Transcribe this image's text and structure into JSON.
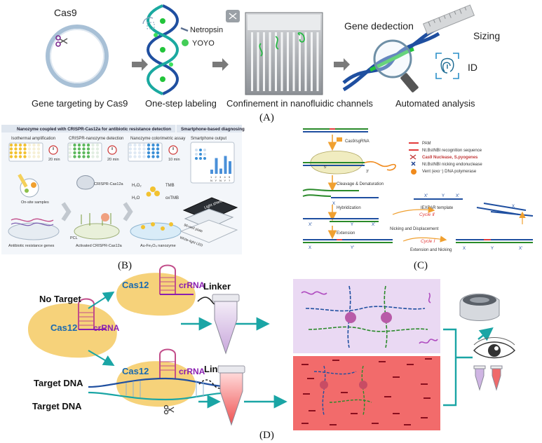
{
  "panels": {
    "A": {
      "tag": "(A)",
      "cas9": "Cas9",
      "netropsin": "Netropsin",
      "yoyo": "YOYO",
      "gene_dedection": "Gene dedection",
      "sizing": "Sizing",
      "id": "ID",
      "step1": "Gene targeting by Cas9",
      "step2": "One-step labeling",
      "step3": "Confinement in nanofluidic channels",
      "step4": "Automated analysis"
    },
    "B": {
      "tag": "(B)",
      "banner": "Nanozyme coupled with CRISPR-Cas12a for antibiotic resistance detection",
      "banner2": "Smartphone-based diagnosing",
      "col1": "Isothermal amplification",
      "col2": "CRISPR-nanozyme detection",
      "col3": "Nanozyme colorimetric assay",
      "col4": "Smartphone output",
      "timer1": "20 min",
      "timer2": "20 min",
      "timer3": "10 min",
      "onsite": "On-site samples",
      "crispr": "CRISPR-Cas12a",
      "h2o2": "H₂O₂",
      "tmb": "TMB",
      "h2o": "H₂O",
      "oxtmb": "oxTMB",
      "arg": "Antibiotic resistance genes",
      "pcl": "PCL",
      "activated": "Activated CRISPR-Cas12a",
      "nanozyme": "Au-Fe₃O₄ nanozyme",
      "light": "Light shield",
      "plate": "96-well plate",
      "led": "White-light LED",
      "bar_labels": [
        "1",
        "2",
        "3",
        "4",
        "5"
      ],
      "bar_sub": [
        "N",
        "Y",
        "N",
        "Y",
        "?"
      ],
      "bar_values": [
        0.2,
        0.75,
        0.25,
        0.85,
        0.6
      ]
    },
    "C": {
      "tag": "(C)",
      "sgrna": "Cas9/sgRNA",
      "legend": [
        {
          "label": "PAM",
          "color": "#e23b3b"
        },
        {
          "label": "Nt.BstNBI recognition sequence",
          "color": "#e23b3b"
        },
        {
          "label": "Cas9 Nuclease, S.pyogenes",
          "color": "#c23a3a"
        },
        {
          "label": "Nt.BstNBI nicking endonuclease",
          "color": "#1a3f8f"
        },
        {
          "label": "Vent (exo⁻) DNA polymerase",
          "color": "#f08a1c"
        }
      ],
      "p5": "5'",
      "p3": "3'",
      "cleavage": "Cleavage & Denaturation",
      "hybridization": "Hybridization",
      "template": "IEXPAR template",
      "cycle2": "Cycle Ⅱ",
      "extension": "Extension",
      "nicking": "Nicking and Displacement",
      "cycle1": "Cycle Ⅰ",
      "ext_nick": "Extension and Nicking",
      "x": "X",
      "xp": "X'",
      "y": "Y",
      "yp": "Y'"
    },
    "D": {
      "tag": "(D)",
      "no_target": "No Target",
      "target_dna": "Target DNA",
      "cas12": "Cas12",
      "crrna": "crRNA",
      "linker": "Linker"
    }
  },
  "colors": {
    "cas9_ring": "#9fb7cf",
    "helix_blue": "#1f4fa0",
    "helix_green": "#22c43a",
    "cas12_fill": "#f6d27a",
    "crrna": "#8a1fb0",
    "teal": "#1aa5a5",
    "purple_box": "#eadcf2",
    "red_box": "#f26b6b"
  }
}
